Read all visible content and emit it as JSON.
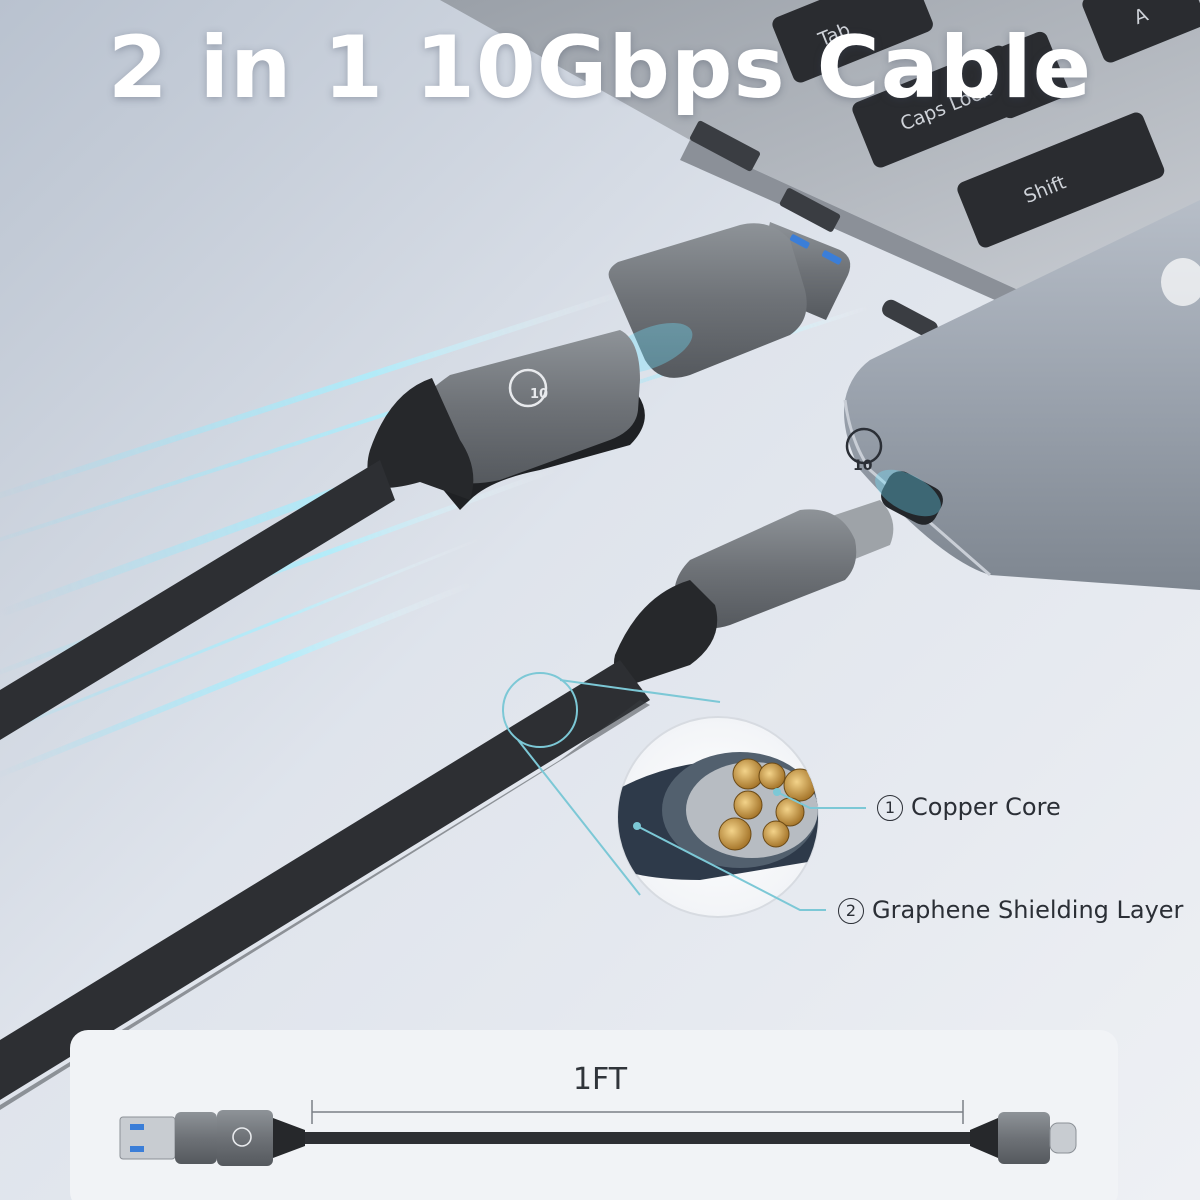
{
  "headline": "2 in 1 10Gbps Cable",
  "keyboard": {
    "keys": [
      "Tab",
      "Caps Lock",
      "Shift",
      "A"
    ]
  },
  "badge_text": "10",
  "callouts": [
    {
      "number": "①",
      "text": "Copper Core"
    },
    {
      "number": "②",
      "text": "Graphene Shielding Layer"
    }
  ],
  "length": {
    "label": "1FT"
  },
  "colors": {
    "cable": "#2d2f33",
    "connector": "#6e7277",
    "callout_line": "#7cc8d6",
    "hub": "#9aa2ad",
    "glow": "#7fe6ff"
  }
}
